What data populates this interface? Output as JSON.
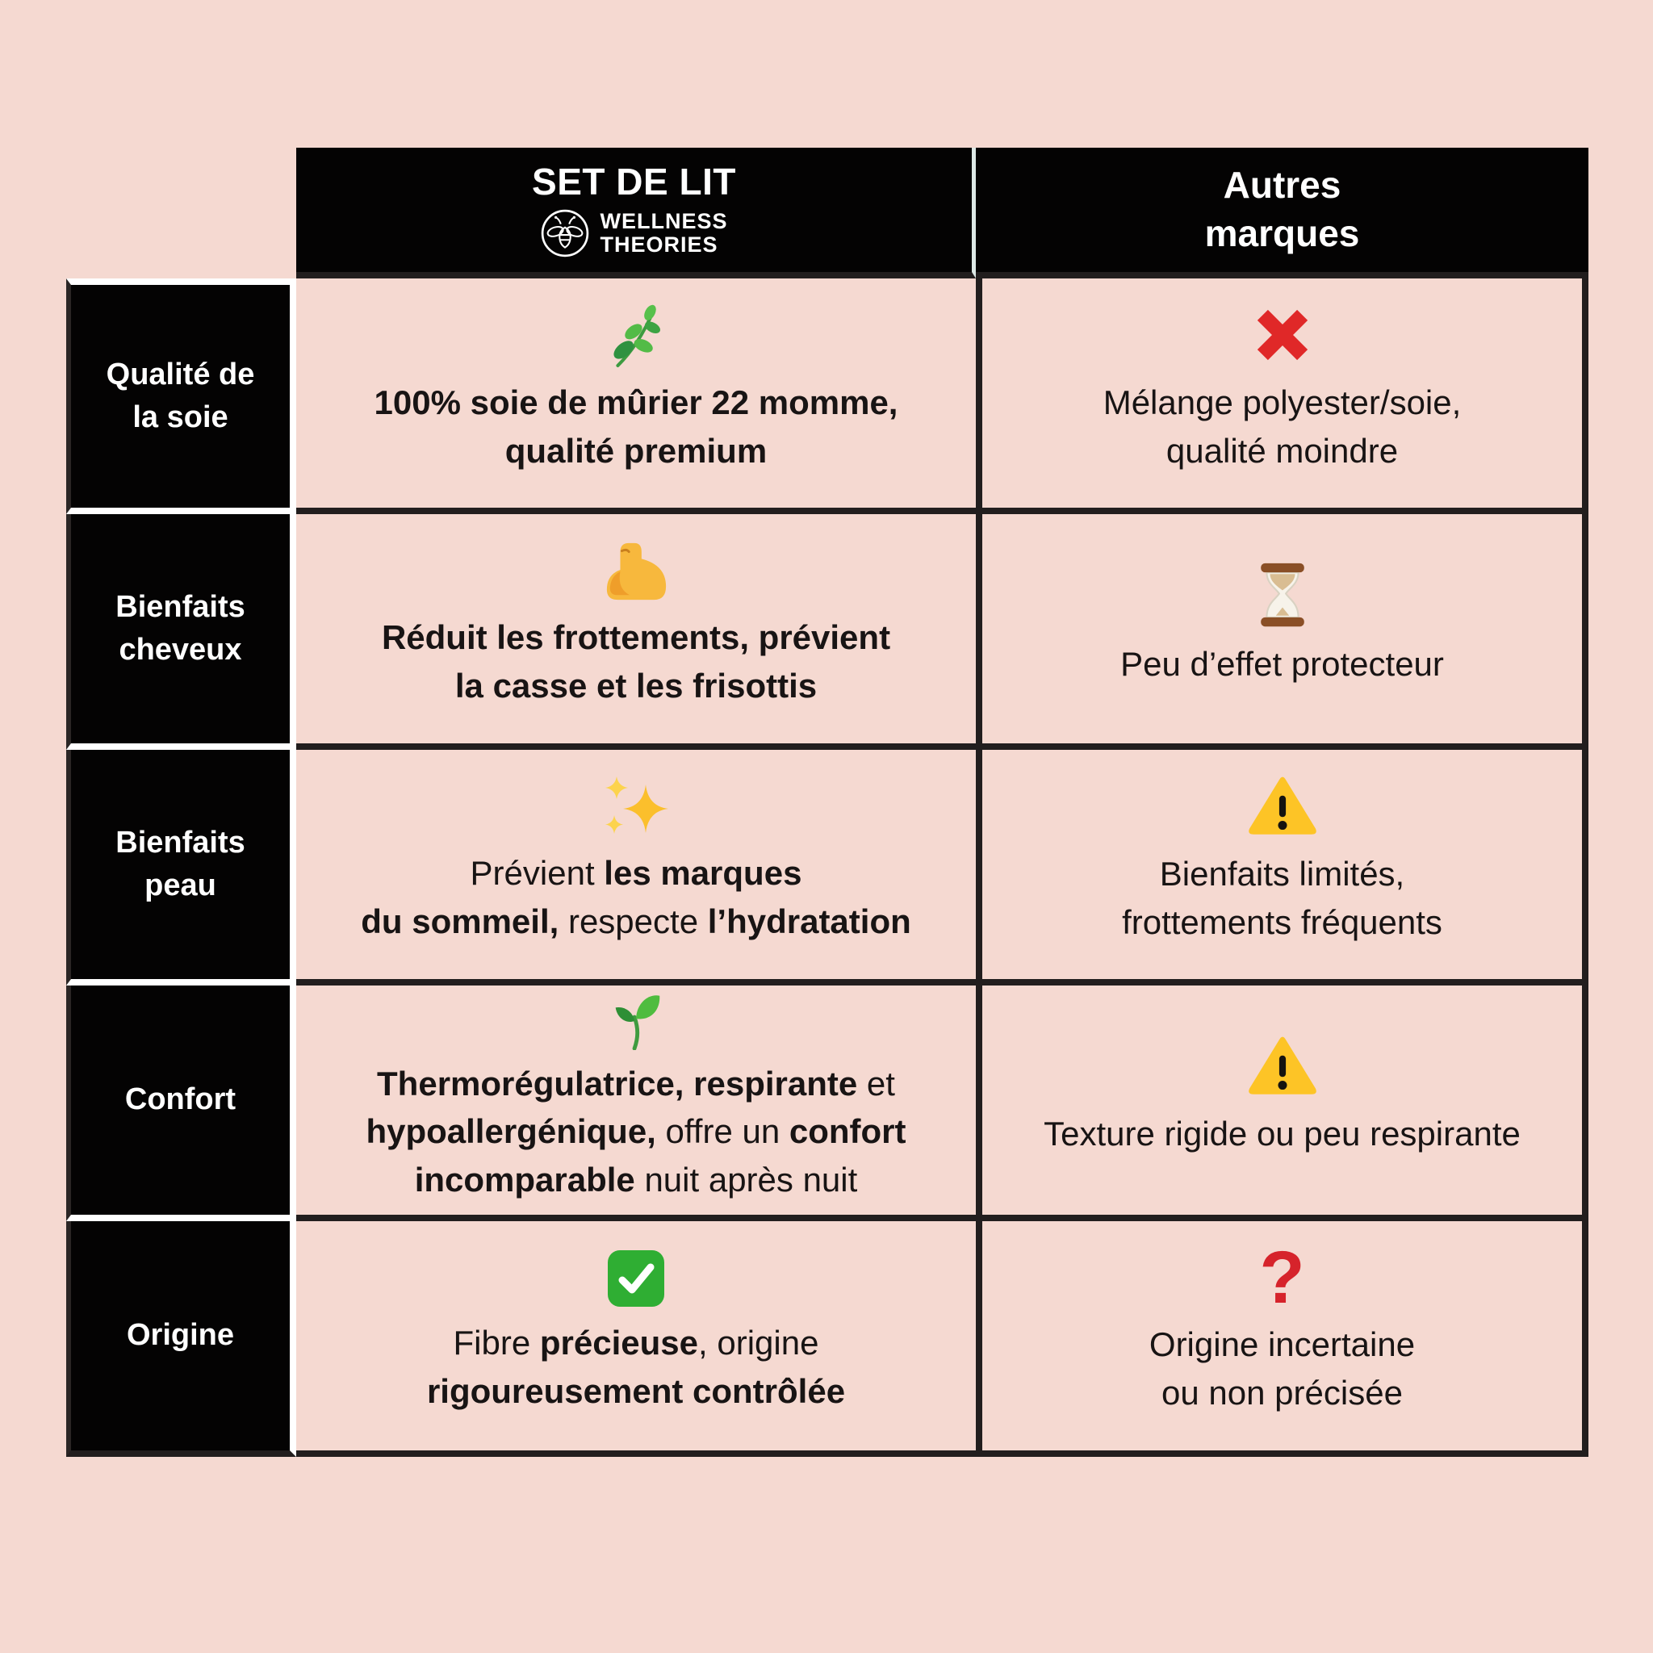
{
  "colors": {
    "background_pink": "#f5d9d1",
    "cell_black": "#040303",
    "grid_dark_border": "#221e1e",
    "label_separator_white": "#ffffff",
    "header_divider_light": "#dde9e6",
    "cross_red": "#e02828",
    "question_red": "#d6232b",
    "warning_yellow": "#fdc426",
    "check_green": "#2fae33",
    "text_dark": "#181414"
  },
  "table": {
    "header": {
      "col1": {
        "title": "SET DE LIT",
        "logo_icon": "bee-logo-icon",
        "brand_line1": "WELLNESS",
        "brand_line2": "THEORIES"
      },
      "col2": {
        "title": "Autres\nmarques"
      }
    },
    "rows": [
      {
        "label": "Qualité de\nla soie",
        "col1": {
          "icon": "herb-icon",
          "segments": [
            {
              "t": "100% soie de mûrier 22 momme,\nqualité premium",
              "b": true
            }
          ]
        },
        "col2": {
          "icon": "cross-mark-icon",
          "text": "Mélange polyester/soie,\nqualité moindre"
        }
      },
      {
        "label": "Bienfaits\ncheveux",
        "col1": {
          "icon": "flexed-biceps-icon",
          "segments": [
            {
              "t": "Réduit les frottements, prévient\nla casse et les frisottis",
              "b": true
            }
          ]
        },
        "col2": {
          "icon": "hourglass-icon",
          "text": "Peu d’effet protecteur"
        }
      },
      {
        "label": "Bienfaits\npeau",
        "col1": {
          "icon": "sparkles-icon",
          "segments": [
            {
              "t": "Prévient ",
              "b": false
            },
            {
              "t": "les marques\ndu sommeil,",
              "b": true
            },
            {
              "t": " respecte ",
              "b": false
            },
            {
              "t": "l’hydratation",
              "b": true
            }
          ]
        },
        "col2": {
          "icon": "warning-icon",
          "text": "Bienfaits limités,\nfrottements fréquents"
        }
      },
      {
        "label": "Confort",
        "col1": {
          "icon": "seedling-icon",
          "segments": [
            {
              "t": "Thermorégulatrice,",
              "b": true
            },
            {
              "t": " ",
              "b": false
            },
            {
              "t": "respirante",
              "b": true
            },
            {
              "t": " et\n",
              "b": false
            },
            {
              "t": "hypoallergénique,",
              "b": true
            },
            {
              "t": " offre un ",
              "b": false
            },
            {
              "t": "confort\nincomparable",
              "b": true
            },
            {
              "t": " nuit après nuit",
              "b": false
            }
          ]
        },
        "col2": {
          "icon": "warning-icon",
          "text": "Texture rigide ou peu respirante"
        }
      },
      {
        "label": "Origine",
        "col1": {
          "icon": "check-mark-button-icon",
          "segments": [
            {
              "t": "Fibre ",
              "b": false
            },
            {
              "t": "précieuse",
              "b": true
            },
            {
              "t": ", origine\n",
              "b": false
            },
            {
              "t": "rigoureusement contrôlée",
              "b": true
            }
          ]
        },
        "col2": {
          "icon": "red-question-mark-icon",
          "icon_glyph": "?",
          "text": "Origine incertaine\nou non précisée"
        }
      }
    ]
  }
}
